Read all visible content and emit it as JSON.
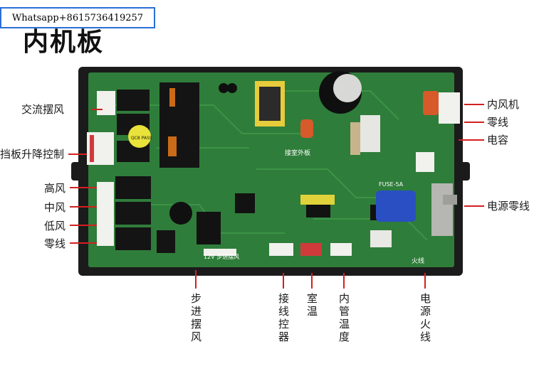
{
  "watermark": {
    "contact": "Whatsapp+8615736419257"
  },
  "title": "内机板",
  "left_labels": [
    "交流摆风",
    "挡板升降控制",
    "高风",
    "中风",
    "低风",
    "零线"
  ],
  "right_labels": [
    "内风机",
    "零线",
    "电容",
    "电源零线"
  ],
  "bottom_labels": [
    "步进摆风",
    "接线控器",
    "室温",
    "内管温度",
    "电源火线"
  ],
  "board": {
    "qc_stamp": "QC8 PASS",
    "silk_stepper": "12V 步进摆风",
    "silk_fuse": "FUSE-5A",
    "silk_outdoor": "接室外板",
    "silk_fire": "火线"
  },
  "colors": {
    "arrow": "#d32020",
    "pcb": "#2f7d3a",
    "case": "#1b1b1b",
    "badge_border": "#2b6fd6"
  }
}
